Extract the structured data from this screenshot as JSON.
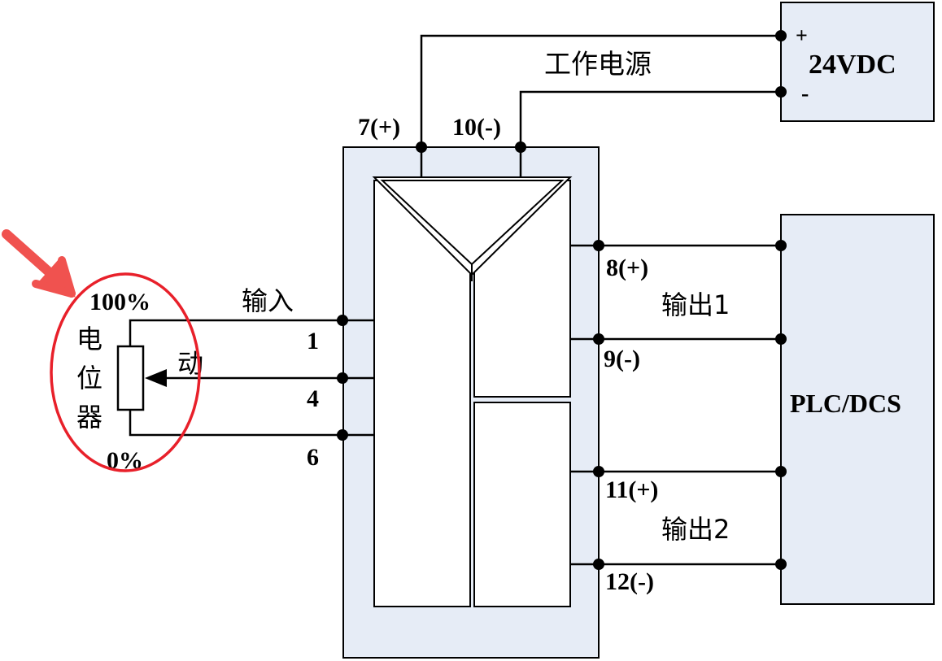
{
  "labels": {
    "power_title": "工作电源",
    "power_plus": "+",
    "power_minus": "-",
    "power_voltage": "24VDC",
    "term_7": "7(+)",
    "term_10": "10(-)",
    "term_8": "8(+)",
    "term_9": "9(-)",
    "term_11": "11(+)",
    "term_12": "12(-)",
    "output1": "输出1",
    "output2": "输出2",
    "plc": "PLC/DCS",
    "input": "输入",
    "term_1": "1",
    "term_4": "4",
    "term_6": "6",
    "pot_100": "100%",
    "pot_0": "0%",
    "pot_char1": "电",
    "pot_char2": "位",
    "pot_char3": "器",
    "wiper": "动"
  },
  "colors": {
    "box_fill": "#e6ecf6",
    "line": "#000000",
    "highlight_circle": "#e8202a",
    "arrow": "#f0524f"
  }
}
